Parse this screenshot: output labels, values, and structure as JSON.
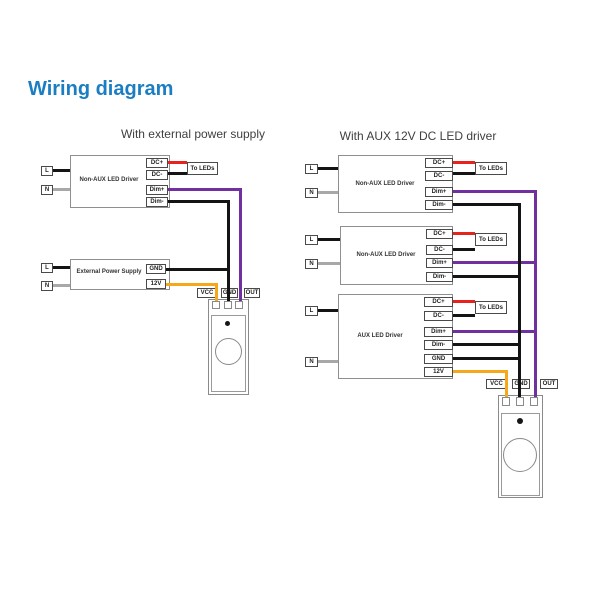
{
  "title": "Wiring diagram",
  "colors": {
    "title_blue": "#1b7ec2",
    "wire_black": "#141414",
    "wire_gray": "#a8a8a8",
    "wire_red": "#e8231d",
    "wire_purple": "#7030a0",
    "wire_yellow": "#f5a81c"
  },
  "left": {
    "heading": "With external power supply",
    "driver": {
      "label": "Non-AUX  LED  Driver",
      "input_l": "L",
      "input_n": "N",
      "terminals": [
        "DC+",
        "DC-",
        "Dim+",
        "Dim-"
      ],
      "to_leds_label": "To LEDs"
    },
    "power_supply": {
      "label": "External Power Supply",
      "input_l": "L",
      "input_n": "N",
      "terminals": [
        "GND",
        "12V"
      ]
    },
    "sensor": {
      "pin_labels": [
        "VCC",
        "GND",
        "OUT"
      ]
    }
  },
  "right": {
    "heading": "With AUX 12V DC  LED driver",
    "drivers": [
      {
        "label": "Non-AUX  LED Driver",
        "input_l": "L",
        "input_n": "N",
        "terminals": [
          "DC+",
          "DC-",
          "Dim+",
          "Dim-"
        ],
        "to_leds_label": "To LEDs"
      },
      {
        "label": "Non-AUX  LED Driver",
        "input_l": "L",
        "input_n": "N",
        "terminals": [
          "DC+",
          "DC-",
          "Dim+",
          "Dim-"
        ],
        "to_leds_label": "To LEDs"
      },
      {
        "label": "AUX  LED Driver",
        "input_l": "L",
        "input_n": "N",
        "terminals": [
          "DC+",
          "DC-",
          "Dim+",
          "Dim-",
          "GND",
          "12V"
        ],
        "to_leds_label": "To LEDs"
      }
    ],
    "sensor": {
      "pin_labels": [
        "VCC",
        "GND",
        "OUT"
      ]
    }
  }
}
